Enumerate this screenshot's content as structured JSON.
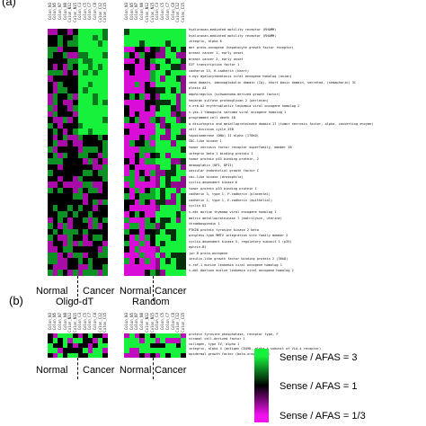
{
  "panels": {
    "a": {
      "label": "(a)"
    },
    "b": {
      "label": "(b)",
      "methods": [
        "Oligo-dT",
        "Random"
      ]
    }
  },
  "groups": {
    "normal": "Normal",
    "cancer": "Cancer"
  },
  "colors": {
    "green": "#16f23c",
    "black": "#000000",
    "magenta": "#f010f0"
  },
  "legend": [
    {
      "label": "Sense / AFAS = 3",
      "color": "#16f23c"
    },
    {
      "label": "Sense / AFAS = 1",
      "color": "#000000"
    },
    {
      "label": "Sense / AFAS = 1/3",
      "color": "#f010f0"
    }
  ],
  "chart_data": {
    "type": "heatmap",
    "columns_left": [
      "Colon_N3",
      "Colon_N5",
      "Colon_N7",
      "Colon_N8",
      "Colon_N12",
      "Colon_N15",
      "Colon_C3",
      "Colon_C5",
      "Colon_C7",
      "Colon_C8",
      "Colon_C12",
      "Colon_C15"
    ],
    "columns_right": [
      "Colon_N3",
      "Colon_N5",
      "Colon_N7",
      "Colon_N8",
      "Colon_N12",
      "Colon_N15",
      "Colon_C3",
      "Colon_C5",
      "Colon_C7",
      "Colon_C8",
      "Colon_C12",
      "Colon_C15"
    ],
    "genes_a": [
      "hyaluronan-mediated motility receptor (RHAMM)",
      "hyaluronan-mediated motility receptor (RHAMM)",
      "integrin, alpha 6",
      "met proto-oncogene (hepatocyte growth factor receptor)",
      "breast cancer 1, early onset",
      "breast cancer 2, early onset",
      "E2F transcription factor 1",
      "cadherin 13, H-cadherin (heart)",
      "v-myc myelocytomatosis viral oncogene homolog (avian)",
      "sema domain, immunoglobulin domain (Ig), short basic domain, secreted, (semaphorin) 3C",
      "plexin A3",
      "amphiregulin (schwannoma-derived growth factor)",
      "heparan sulfate proteoglycan 2 (perlecan)",
      "v-erb-b2 erythroblastic leukemia viral oncogene homolog 2",
      "v-yes-1 Yamaguchi sarcoma viral oncogene homolog 1",
      "programmed cell death 10",
      "a disintegrin and metalloproteinase domain 17 (tumor necrosis factor, alpha, converting enzyme)",
      "cell division cycle 25B",
      "topoisomerase (DNA) II alpha (170kD)",
      "CDC-like kinase 1",
      "tumor necrosis factor receptor superfamily, member 1B",
      "integrin beta 1 binding protein 1",
      "tumor protein p53 binding protein, 2",
      "desmoplakin (DPI, DPII)",
      "vascular endothelial growth factor C",
      "cdc-like kinase (drosophila)",
      "cyclin-dependent kinase 6",
      "tumor protein p53 binding protein 1",
      "cadherin 3, type 1, P-cadherin (placental)",
      "cadherin 1, type 1, E-cadherin (epithelial)",
      "cyclin D1",
      "v-akt murine thymoma viral oncogene homolog 1",
      "matrix metalloproteinase 7 (matrilysin, uterine)",
      "thrombospondin 1",
      "PTK2B protein tyrosine kinase 2 beta",
      "wingless-type MMTV integration site family member 2",
      "cyclin-dependent kinase 5, regulatory subunit 1 (p35)",
      "ephrin-B1",
      "jun B proto-oncogene",
      "insulin-like growth factor binding protein 2 (36kD)",
      "v-raf-1 murine leukemia viral oncogene homolog 1",
      "v-abl Abelson murine leukemia viral oncogene homolog 2"
    ],
    "genes_b": [
      "protein tyrosine phosphatase, receptor type, F",
      "stromal cell-derived factor 1",
      "collagen, type IV, alpha 1",
      "integrin, alpha 4 (antigen CD49D, alpha 4 subunit of VLA-4 receptor)",
      "epidermal growth factor (beta-urogastrone)"
    ]
  }
}
